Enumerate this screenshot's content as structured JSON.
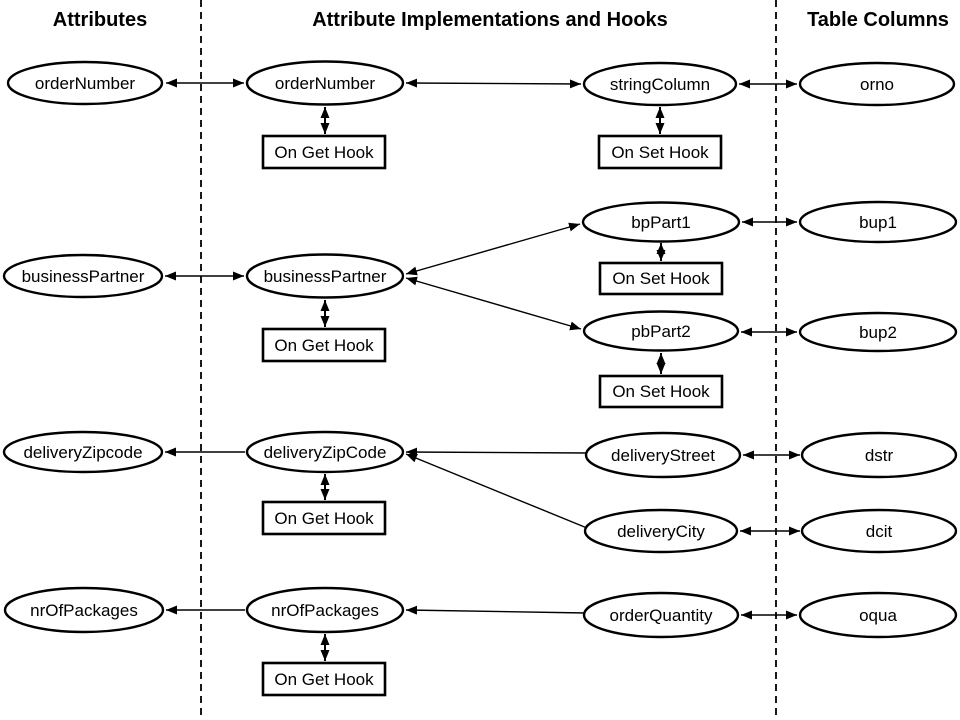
{
  "headers": {
    "attributes": "Attributes",
    "implementations": "Attribute Implementations and Hooks",
    "table_columns": "Table Columns"
  },
  "attributes": [
    "orderNumber",
    "businessPartner",
    "deliveryZipcode",
    "nrOfPackages"
  ],
  "implementations": {
    "orderNumber": "orderNumber",
    "stringColumn": "stringColumn",
    "businessPartner": "businessPartner",
    "bpPart1": "bpPart1",
    "pbPart2": "pbPart2",
    "deliveryZipCode": "deliveryZipCode",
    "deliveryStreet": "deliveryStreet",
    "deliveryCity": "deliveryCity",
    "nrOfPackages": "nrOfPackages",
    "orderQuantity": "orderQuantity"
  },
  "table_columns": [
    "orno",
    "bup1",
    "bup2",
    "dstr",
    "dcit",
    "oqua"
  ],
  "hooks": {
    "on_get": "On Get Hook",
    "on_set": "On Set Hook"
  },
  "colors": {
    "foreground": "#000000",
    "background": "#ffffff"
  },
  "edges": [
    {
      "from": "orderNumber (attribute)",
      "to": "orderNumber (implementation)",
      "arrows": "both"
    },
    {
      "from": "orderNumber (implementation)",
      "to": "On Get Hook",
      "arrows": "both"
    },
    {
      "from": "orderNumber (implementation)",
      "to": "stringColumn",
      "arrows": "both"
    },
    {
      "from": "stringColumn",
      "to": "On Set Hook",
      "arrows": "both"
    },
    {
      "from": "stringColumn",
      "to": "orno",
      "arrows": "both"
    },
    {
      "from": "businessPartner (attribute)",
      "to": "businessPartner (implementation)",
      "arrows": "both"
    },
    {
      "from": "businessPartner (implementation)",
      "to": "On Get Hook",
      "arrows": "both"
    },
    {
      "from": "businessPartner (implementation)",
      "to": "bpPart1",
      "arrows": "both"
    },
    {
      "from": "businessPartner (implementation)",
      "to": "pbPart2",
      "arrows": "both"
    },
    {
      "from": "bpPart1",
      "to": "On Set Hook",
      "arrows": "both"
    },
    {
      "from": "bpPart1",
      "to": "bup1",
      "arrows": "both"
    },
    {
      "from": "pbPart2",
      "to": "On Set Hook",
      "arrows": "both"
    },
    {
      "from": "pbPart2",
      "to": "bup2",
      "arrows": "both"
    },
    {
      "from": "deliveryZipCode (implementation)",
      "to": "deliveryZipcode (attribute)",
      "arrows": "single"
    },
    {
      "from": "deliveryZipCode (implementation)",
      "to": "On Get Hook",
      "arrows": "both"
    },
    {
      "from": "deliveryStreet",
      "to": "deliveryZipCode (implementation)",
      "arrows": "single"
    },
    {
      "from": "deliveryCity",
      "to": "deliveryZipCode (implementation)",
      "arrows": "single"
    },
    {
      "from": "deliveryStreet",
      "to": "dstr",
      "arrows": "both"
    },
    {
      "from": "deliveryCity",
      "to": "dcit",
      "arrows": "both"
    },
    {
      "from": "nrOfPackages (implementation)",
      "to": "nrOfPackages (attribute)",
      "arrows": "single"
    },
    {
      "from": "nrOfPackages (implementation)",
      "to": "On Get Hook",
      "arrows": "both"
    },
    {
      "from": "orderQuantity",
      "to": "nrOfPackages (implementation)",
      "arrows": "single"
    },
    {
      "from": "orderQuantity",
      "to": "oqua",
      "arrows": "both"
    }
  ]
}
